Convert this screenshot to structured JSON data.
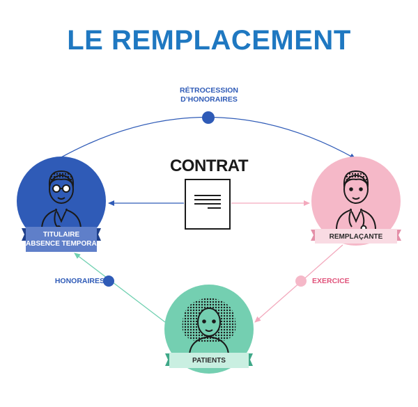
{
  "title": "LE REMPLACEMENT",
  "flows": {
    "retrocession_line1": "RÉTROCESSION",
    "retrocession_line2": "D’HONORAIRES",
    "honoraires": "HONORAIRES",
    "exercice": "EXERCICE"
  },
  "contract": {
    "label": "CONTRAT"
  },
  "nodes": {
    "titulaire": {
      "line1": "TITULAIRE",
      "line2": "ABSENCE TEMPORAIRE"
    },
    "remplacante": {
      "label": "REMPLAÇANTE"
    },
    "patients": {
      "label": "PATIENTS"
    }
  },
  "colors": {
    "title": "#1f78c1",
    "titulaire": "#2f5bb7",
    "remplacante": "#f5b8c8",
    "patients": "#74cfb1",
    "retrocession_text": "#2f5bb7",
    "exercice_text": "#e0527a"
  }
}
